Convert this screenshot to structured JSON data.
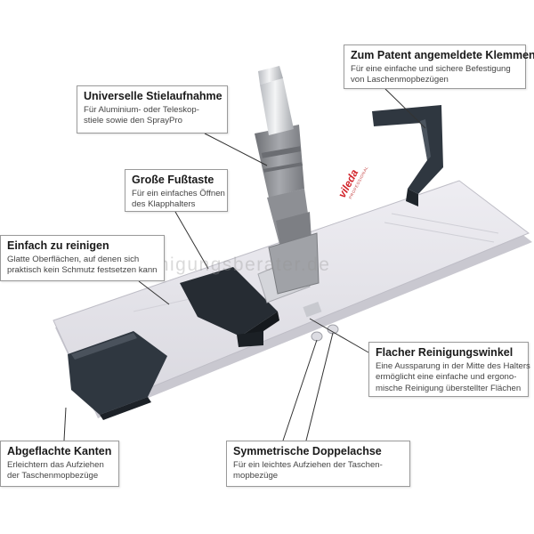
{
  "colors": {
    "plate": "#e7e6ec",
    "plate_edge": "#c9c8d0",
    "clamp": "#2f3740",
    "handle_grey": "#8d8f94",
    "brand_red": "#d2232a",
    "callout_border": "#9a9a9a"
  },
  "brand": {
    "logo": "vileda",
    "sub": "PROFESSIONAL"
  },
  "watermark": "reinigungsberater.de",
  "callouts": {
    "patent": {
      "title": "Zum Patent angemeldete Klemmen",
      "desc": [
        "Für eine einfache und sichere Befestigung",
        "von Laschenmopbezügen"
      ]
    },
    "stiel": {
      "title": "Universelle Stielaufnahme",
      "desc": [
        "Für Aluminium- oder Teleskop-",
        "stiele sowie den SprayPro"
      ]
    },
    "fuss": {
      "title": "Große Fußtaste",
      "desc": [
        "Für ein einfaches Öffnen",
        "des Klapphalters"
      ]
    },
    "clean": {
      "title": "Einfach zu reinigen",
      "desc": [
        "Glatte Oberflächen, auf denen sich",
        "praktisch kein Schmutz festsetzen kann"
      ]
    },
    "angle": {
      "title": "Flacher Reinigungswinkel",
      "desc": [
        "Eine Aussparung in der Mitte des Halters",
        "ermöglicht eine einfache und ergono-",
        "mische Reinigung überstellter Flächen"
      ]
    },
    "edges": {
      "title": "Abgeflachte Kanten",
      "desc": [
        "Erleichtern das Aufziehen",
        "der Taschenmopbezüge"
      ]
    },
    "axis": {
      "title": "Symmetrische Doppelachse",
      "desc": [
        "Für ein leichtes Aufziehen der Taschen-",
        "mopbezüge"
      ]
    }
  }
}
